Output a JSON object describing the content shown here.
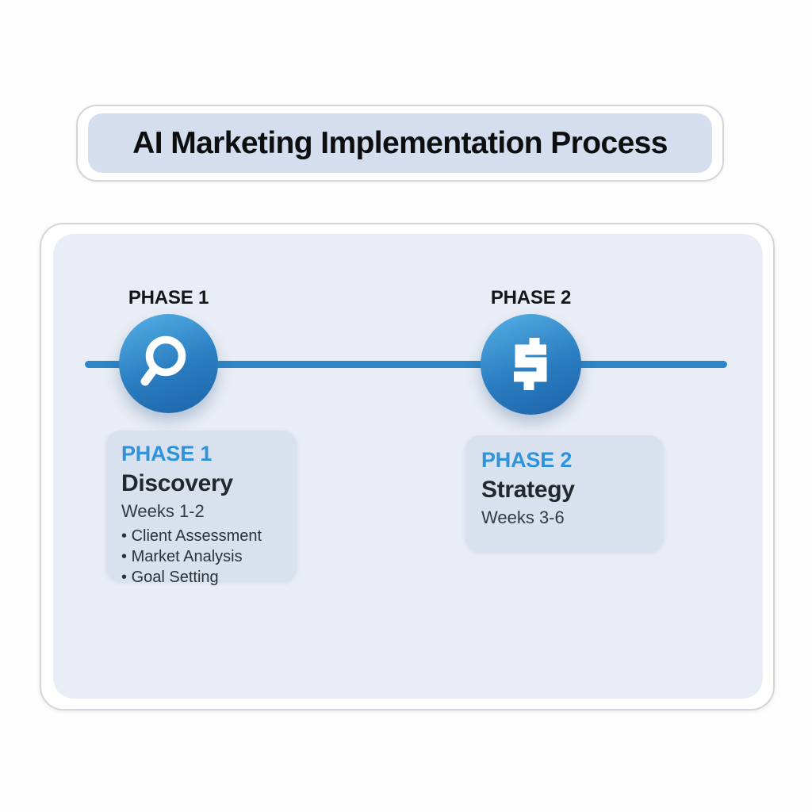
{
  "title": {
    "text": "AI Marketing Implementation Process"
  },
  "colors": {
    "accent_blue": "#2d86c7",
    "phase_label_blue": "#2e93da",
    "circle_gradient_start": "#4fa9e0",
    "circle_gradient_end": "#1d63a8",
    "panel_background": "#e9edf5",
    "card_background": "#d9e1ee",
    "banner_background": "#d5deee",
    "title_text": "#0d0e10"
  },
  "timeline": {
    "phases": [
      {
        "marker_label": "PHASE 1",
        "icon": "search-icon",
        "card": {
          "phase_label": "PHASE 1",
          "name": "Discovery",
          "duration": "Weeks 1-2",
          "bullets": [
            "Client Assessment",
            "Market Analysis",
            "Goal Setting"
          ]
        }
      },
      {
        "marker_label": "PHASE 2",
        "icon": "dollar-icon",
        "card": {
          "phase_label": "PHASE 2",
          "name": "Strategy",
          "duration": "Weeks 3-6",
          "bullets": []
        }
      }
    ]
  }
}
